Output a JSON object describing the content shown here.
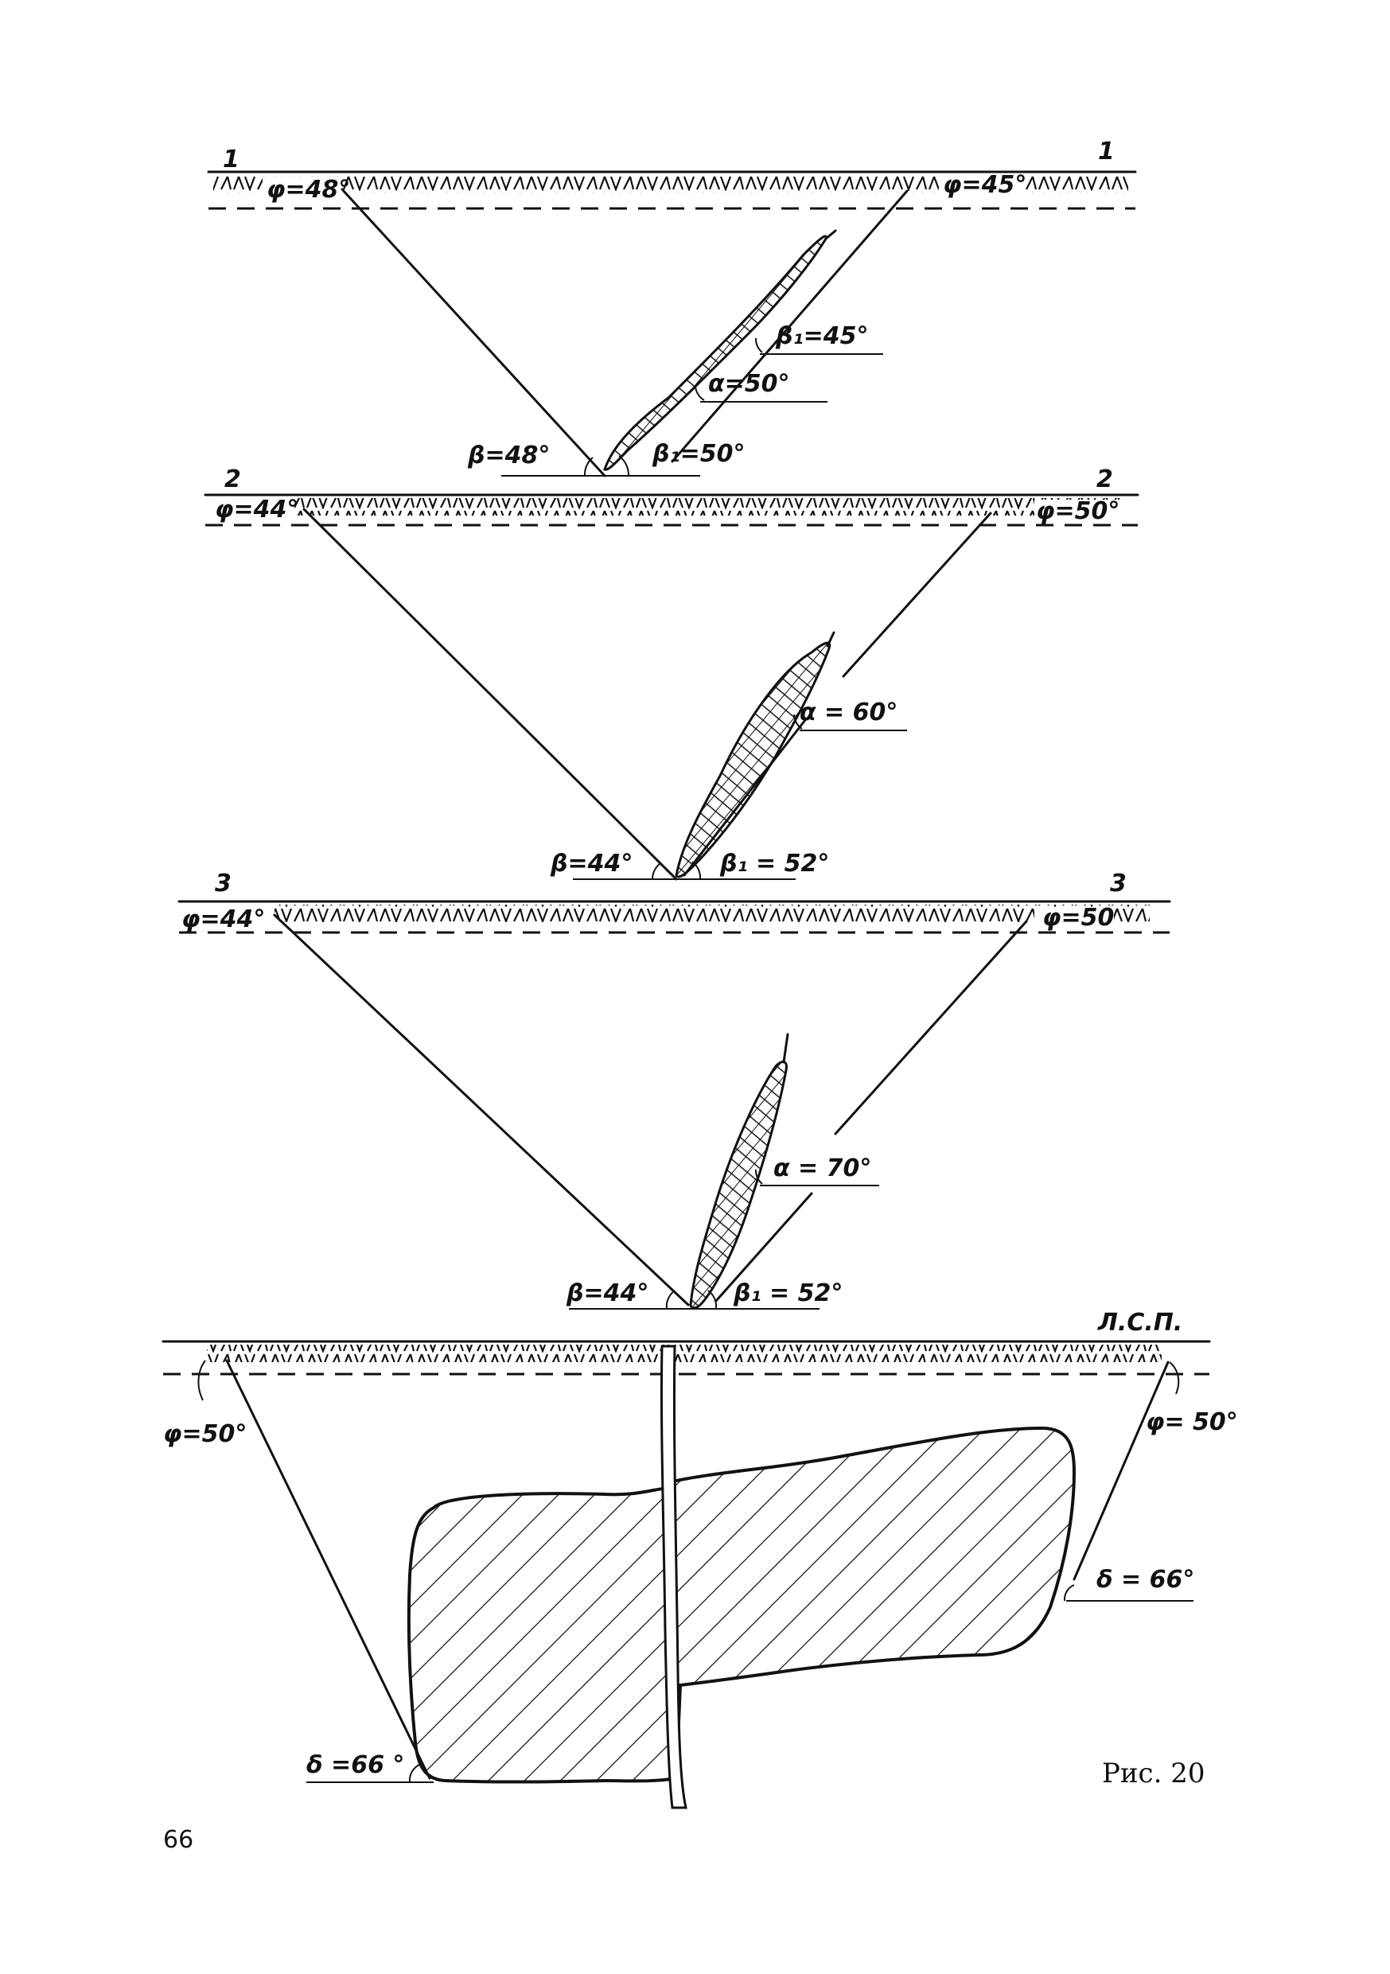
{
  "sections": [
    {
      "id": "1",
      "left_label": "1",
      "right_label": "1",
      "phi_left": "φ=48°",
      "phi_right": "φ=45°",
      "beta": "β=48°",
      "beta1_low": "β₁=50°",
      "beta1_high": "β₁=45°",
      "alpha": "α=50°"
    },
    {
      "id": "2",
      "left_label": "2",
      "right_label": "2",
      "phi_left": "φ=44°",
      "phi_right": "φ=50°",
      "beta": "β=44°",
      "beta1_low": "β₁ = 52°",
      "alpha": "α = 60°"
    },
    {
      "id": "3",
      "left_label": "3",
      "right_label": "3",
      "phi_left": "φ=44°",
      "phi_right": "φ=50",
      "beta": "β=44°",
      "beta1_low": "β₁ = 52°",
      "alpha": "α = 70°"
    }
  ],
  "surface": {
    "label": "Л.С.П.",
    "phi_left": "φ=50°",
    "phi_right": "φ= 50°",
    "delta_left": "δ =66 °",
    "delta_right": "δ = 66°"
  },
  "caption": "Рис. 20",
  "page_number": "66"
}
